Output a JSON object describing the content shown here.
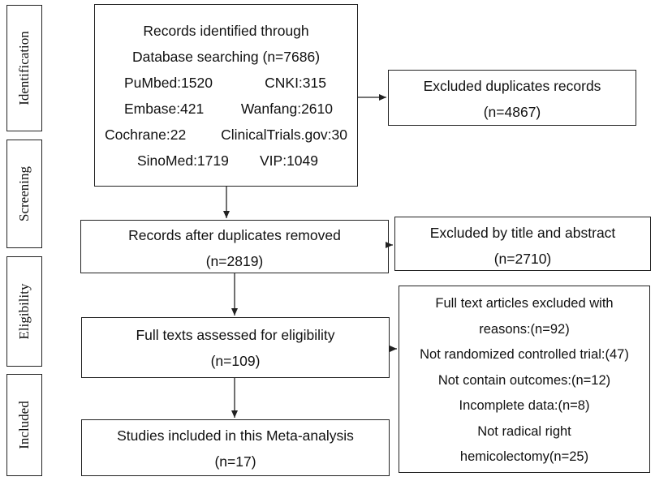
{
  "stages": [
    "Identification",
    "Screening",
    "Eligibility",
    "Included"
  ],
  "identified": {
    "title1": "Records identified through",
    "title2": "Database searching (n=7686)",
    "sources": [
      [
        "PuMbed:1520",
        "CNKI:315"
      ],
      [
        "Embase:421",
        "Wanfang:2610"
      ],
      [
        "Cochrane:22",
        "ClinicalTrials.gov:30"
      ],
      [
        "SinoMed:1719",
        "VIP:1049"
      ]
    ]
  },
  "excluded_duplicates": {
    "line1": "Excluded duplicates records",
    "line2": "(n=4867)"
  },
  "after_duplicates": {
    "line1": "Records after duplicates removed",
    "line2": "(n=2819)"
  },
  "excluded_title": {
    "line1": "Excluded by title and abstract",
    "line2": "(n=2710)"
  },
  "full_texts": {
    "line1": "Full texts assessed for eligibility",
    "line2": "(n=109)"
  },
  "excluded_fulltext": {
    "lines": [
      "Full text articles excluded with",
      "reasons:(n=92)",
      "Not randomized controlled trial:(47)",
      "Not contain outcomes:(n=12)",
      "Incomplete data:(n=8)",
      "Not radical right",
      "hemicolectomy(n=25)"
    ]
  },
  "included": {
    "line1": "Studies included in this Meta-analysis",
    "line2": "(n=17)"
  }
}
